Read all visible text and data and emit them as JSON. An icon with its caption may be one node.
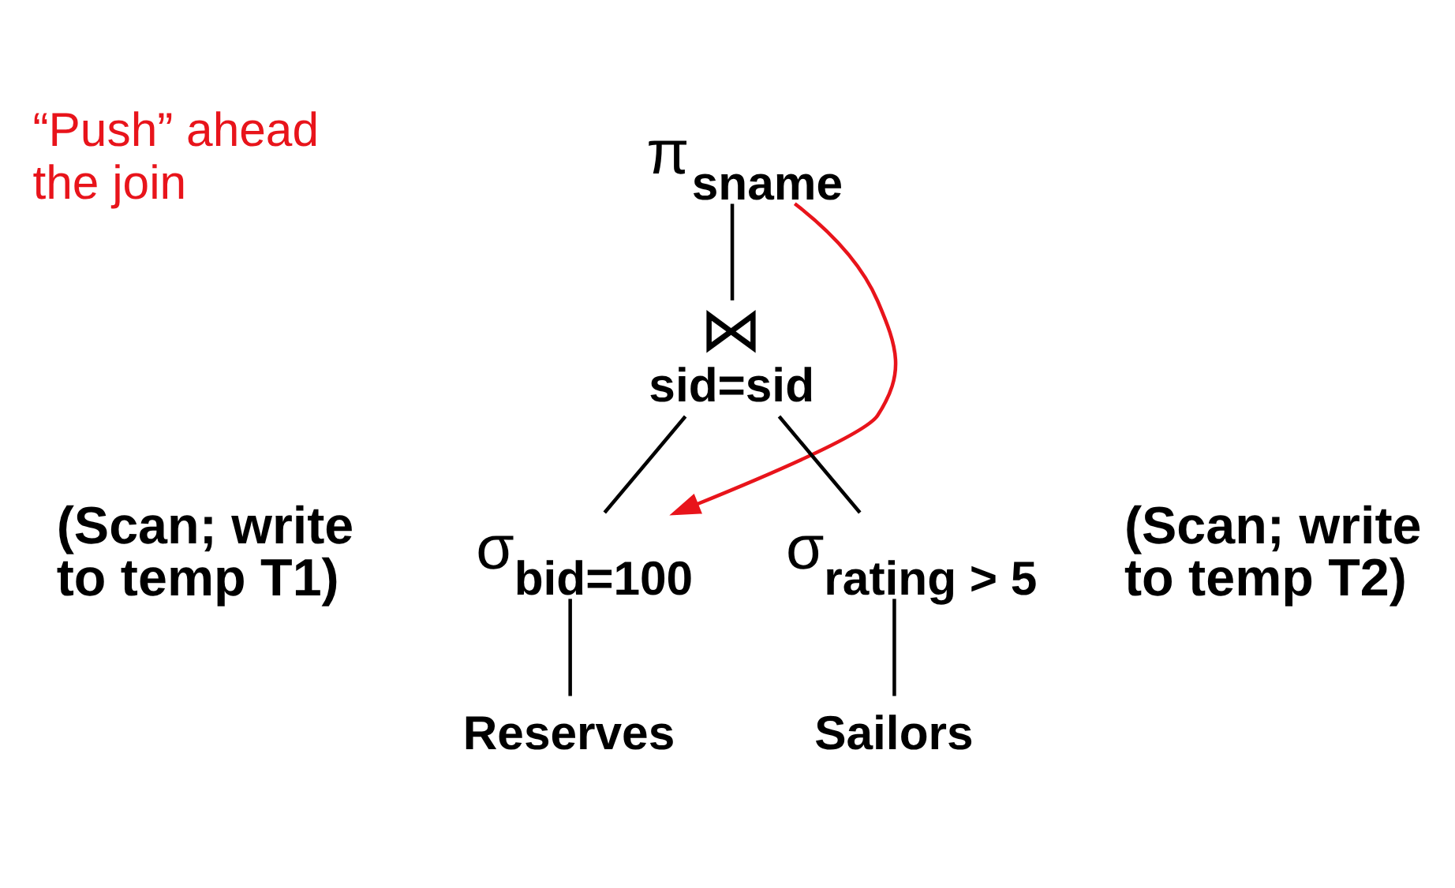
{
  "diagram": {
    "nodes": [
      {
        "text": [
          "π",
          "sname"
        ]
      },
      {
        "text": [
          "⋈",
          "sid=sid"
        ]
      },
      {
        "text": [
          "σ",
          "bid=100"
        ],
        "beside": [
          "(Scan; write to temp T1)"
        ]
      },
      {
        "text": [
          "σ",
          "rating > 5"
        ],
        "beside": [
          "(Scan; write to temp T2)"
        ]
      },
      {
        "text": [
          "Reserves"
        ]
      },
      {
        "text": [
          "Sailors"
        ]
      }
    ],
    "edges": [
      {
        "from": 0,
        "to": 1,
        "arrow": "none"
      },
      {
        "from": 1,
        "to": 2,
        "arrow": "none"
      },
      {
        "from": 1,
        "to": 3,
        "arrow": "none"
      },
      {
        "from": 2,
        "to": 4,
        "arrow": "none"
      },
      {
        "from": 3,
        "to": 5,
        "arrow": "none"
      },
      {
        "from": 0,
        "to": 2,
        "arrow": "to",
        "color": "#e8141b"
      }
    ],
    "labels": [
      "“Push” ahead the join"
    ]
  }
}
